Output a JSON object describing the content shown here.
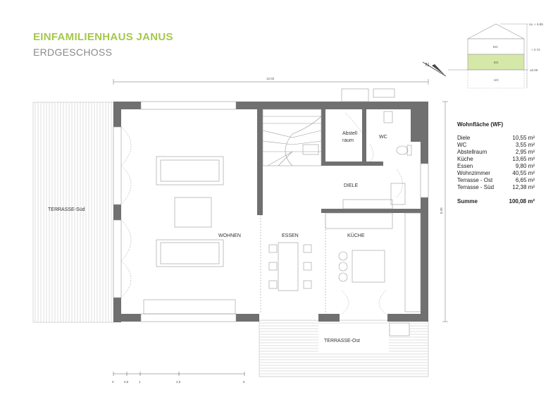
{
  "header": {
    "title": "EINFAMILIENHAUS JANUS",
    "subtitle": "ERDGESCHOSS"
  },
  "dimensions": {
    "width": "12.02",
    "height": "8.35"
  },
  "rooms": {
    "wohnen": "WOHNEN",
    "essen": "ESSEN",
    "kueche": "KÜCHE",
    "diele": "DIELE",
    "wc": "WC",
    "abstell_1": "Abstell",
    "abstell_2": "raum",
    "terrasse_sued": "TERRASSE-Süd",
    "terrasse_ost": "TERRASSE-Ost"
  },
  "section": {
    "levels": [
      "DG",
      "EG",
      "UG"
    ],
    "marks": [
      "ca. + 6.85",
      "+ 2.72",
      "±0.00"
    ]
  },
  "area_table": {
    "title": "Wohnfläche (WF)",
    "rows": [
      {
        "name": "Diele",
        "value": "10,55 m²"
      },
      {
        "name": "WC",
        "value": "3,55 m²"
      },
      {
        "name": "Abstellraum",
        "value": "2,95 m²"
      },
      {
        "name": "Küche",
        "value": "13,65 m²"
      },
      {
        "name": "Essen",
        "value": "9,80 m²"
      },
      {
        "name": "Wohnzimmer",
        "value": "40,55 m²"
      },
      {
        "name": "Terrasse - Ost",
        "value": "6,65 m²"
      },
      {
        "name": "Terrasse - Süd",
        "value": "12,38 m²"
      }
    ],
    "sum_label": "Summe",
    "sum_value": "100,08 m²"
  },
  "scale_bar": {
    "ticks": [
      "0",
      "0,5",
      "1",
      "2,5",
      "5"
    ]
  },
  "colors": {
    "accent": "#a5c84a",
    "wall": "#707070",
    "eg_fill": "#d6e8a8"
  }
}
